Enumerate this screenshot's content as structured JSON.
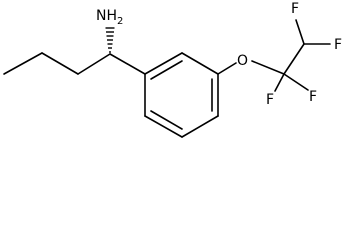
{
  "molecule": {
    "labels": {
      "amine": "NH",
      "amine_subscript": "2",
      "ether_oxygen": "O",
      "fluorine_top_left": "F",
      "fluorine_top_right": "F",
      "fluorine_bottom_left": "F",
      "fluorine_bottom_right": "F"
    },
    "colors": {
      "bond": "#000000",
      "atom_label": "#000000",
      "background": "#ffffff"
    }
  }
}
